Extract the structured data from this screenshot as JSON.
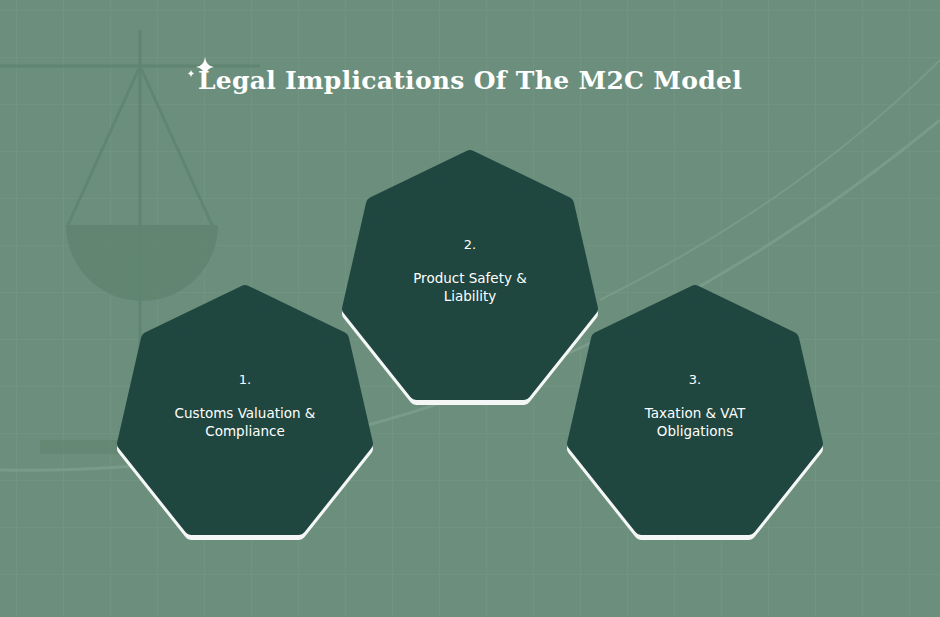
{
  "diagram": {
    "title": "Legal Implications Of The M2C Model",
    "nodes": [
      {
        "text": [
          "1.",
          "Customs Valuation & Compliance"
        ]
      },
      {
        "text": [
          "2.",
          "Product Safety & Liability"
        ]
      },
      {
        "text": [
          "3.",
          "Taxation & VAT Obligations"
        ]
      }
    ]
  }
}
